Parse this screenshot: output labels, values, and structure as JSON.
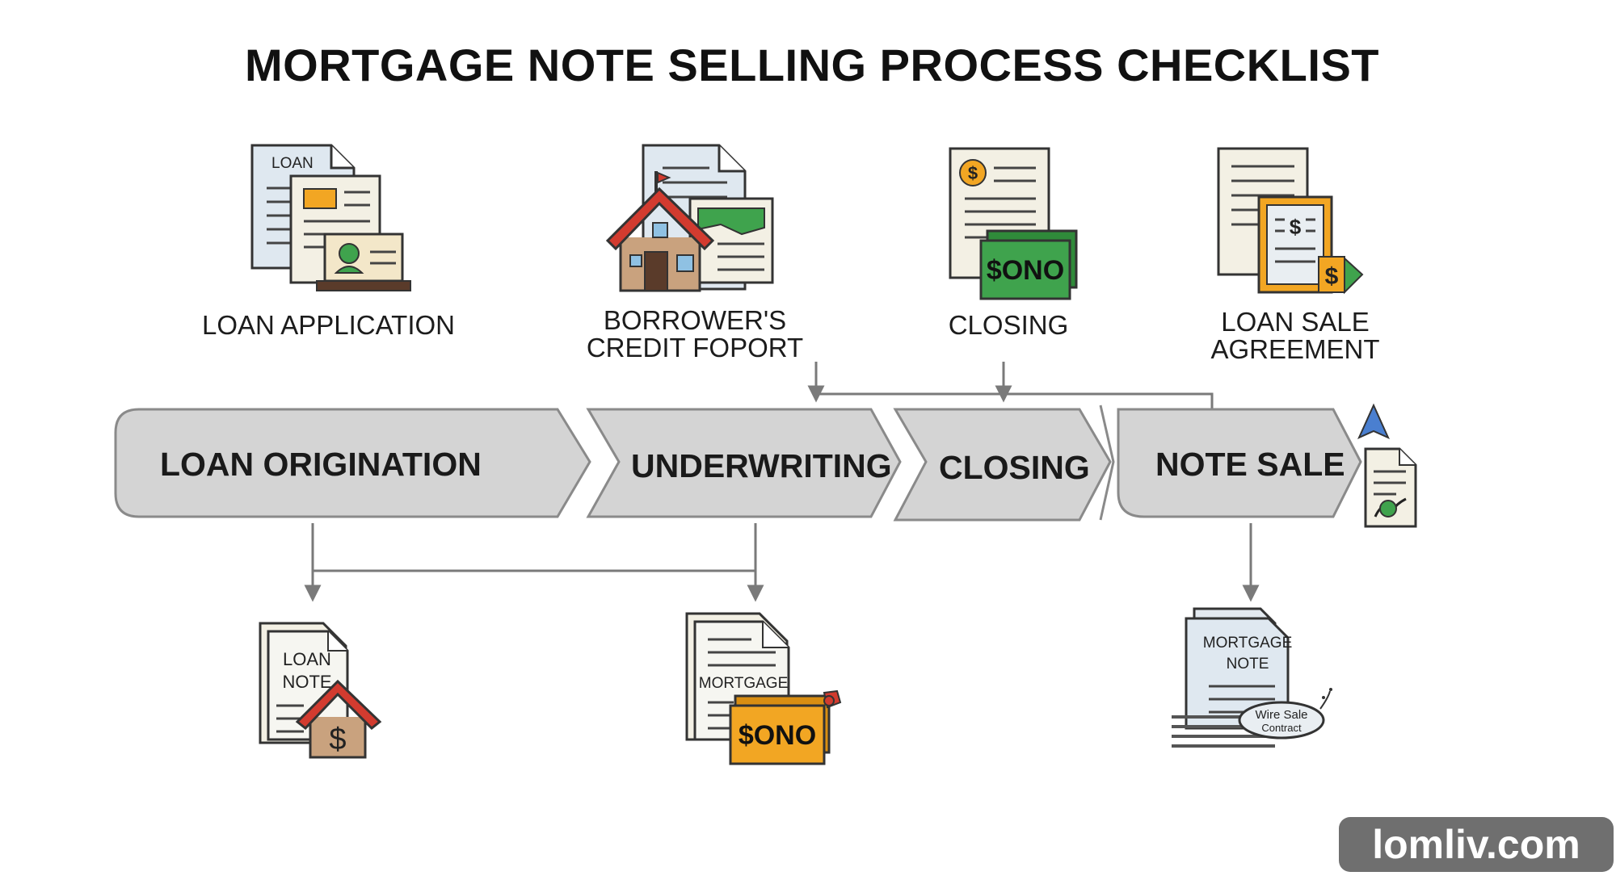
{
  "title": "MORTGAGE NOTE SELLING PROCESS CHECKLIST",
  "documents_top": [
    {
      "label": "LOAN APPLICATION",
      "icon": "loan-application-documents-icon",
      "doc_text": "LOAN"
    },
    {
      "label_line1": "BORROWER'S",
      "label_line2": "CREDIT FOPORT",
      "icon": "house-and-credit-report-icon"
    },
    {
      "label": "CLOSING",
      "icon": "closing-documents-and-cash-icon",
      "cash_text": "$ONO"
    },
    {
      "label_line1": "LOAN SALE",
      "label_line2": "AGREEMENT",
      "icon": "loan-sale-agreement-icon"
    }
  ],
  "stages": [
    {
      "label": "LOAN ORIGINATION"
    },
    {
      "label": "UNDERWRITING"
    },
    {
      "label": "CLOSING"
    },
    {
      "label": "NOTE SALE"
    }
  ],
  "documents_bottom": [
    {
      "icon": "loan-note-house-icon",
      "doc_line1": "LOAN",
      "doc_line2": "NOTE"
    },
    {
      "icon": "mortgage-and-cash-icon",
      "doc_text": "MORTGAGE",
      "cash_text": "$ONO"
    },
    {
      "icon": "mortgage-note-wire-sale-icon",
      "doc_line1": "MORTGAGE",
      "doc_line2": "NOTE",
      "stamp_line1": "Wire Sale",
      "stamp_line2": "Contract"
    }
  ],
  "watermark": "lomliv.com",
  "colors": {
    "stage_fill": "#d4d4d4",
    "stage_stroke": "#8a8a8a",
    "connector": "#7a7a7a",
    "house_roof": "#d23b2f",
    "cash_green": "#3fa34d",
    "cash_orange": "#f2a623",
    "doc_paper": "#f6f6f1"
  }
}
